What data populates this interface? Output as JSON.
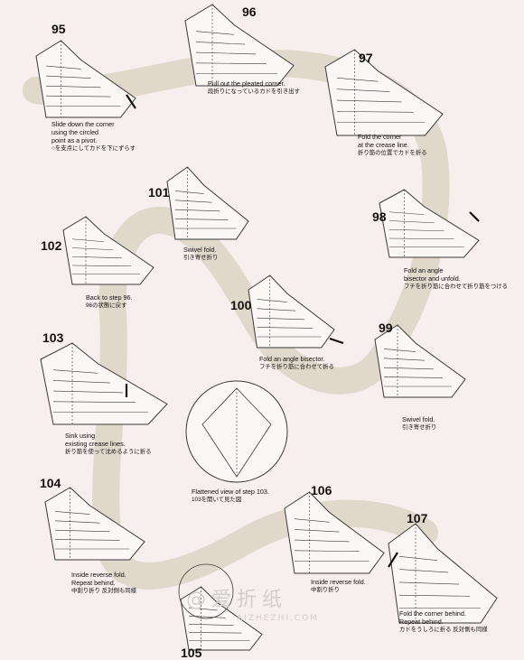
{
  "colors": {
    "background": "#f7eeee",
    "path": "#ddd5c6",
    "line": "#3a3a3a",
    "arrow": "#111111"
  },
  "steps": [
    {
      "number": "95",
      "caption": [
        "Slide down the corner",
        "using the circled",
        "point as a pivot."
      ],
      "caption_ja": "○を支点にしてカドを下にずらす"
    },
    {
      "number": "96",
      "caption": [
        "Pull out the pleated corner."
      ],
      "caption_ja": "段折りになっているカドを引き出す"
    },
    {
      "number": "97",
      "caption": [
        "Fold the corner",
        "at the crease line."
      ],
      "caption_ja": "折り筋の位置でカドを折る"
    },
    {
      "number": "98",
      "caption": [
        "Fold an angle",
        "bisector and unfold."
      ],
      "caption_ja": "フチを折り筋に合わせて折り筋をつける"
    },
    {
      "number": "99",
      "caption": [
        "Swivel fold."
      ],
      "caption_ja": "引き寄せ折り"
    },
    {
      "number": "100",
      "caption": [
        "Fold an angle bisector."
      ],
      "caption_ja": "フチを折り筋に合わせて折る"
    },
    {
      "number": "101",
      "caption": [
        "Swivel fold."
      ],
      "caption_ja": "引き寄せ折り"
    },
    {
      "number": "102",
      "caption": [
        "Back to step 96."
      ],
      "caption_ja": "96の状態に戻す"
    },
    {
      "number": "103",
      "caption": [
        "Sink using",
        "existing crease lines."
      ],
      "caption_ja": "折り筋を使って沈めるように折る"
    },
    {
      "number": "104",
      "caption": [
        "Inside reverse fold.",
        "Repeat behind."
      ],
      "caption_ja": "中割り折り 反対側も同様"
    },
    {
      "number": "105",
      "caption": [],
      "caption_ja": ""
    },
    {
      "number": "106",
      "caption": [
        "Inside reverse fold."
      ],
      "caption_ja": "中割り折り"
    },
    {
      "number": "107",
      "caption": [
        "Fold the corner behind.",
        "Repeat behind."
      ],
      "caption_ja": "カドをうしろに折る 反対側も同様"
    }
  ],
  "flattened_view": {
    "caption": "Flattened view of step 103.",
    "caption_ja": "103を開いて見た図"
  },
  "watermark": {
    "text": "爱折纸",
    "url": "AIZHEZHI.COM",
    "prefix": "@"
  }
}
